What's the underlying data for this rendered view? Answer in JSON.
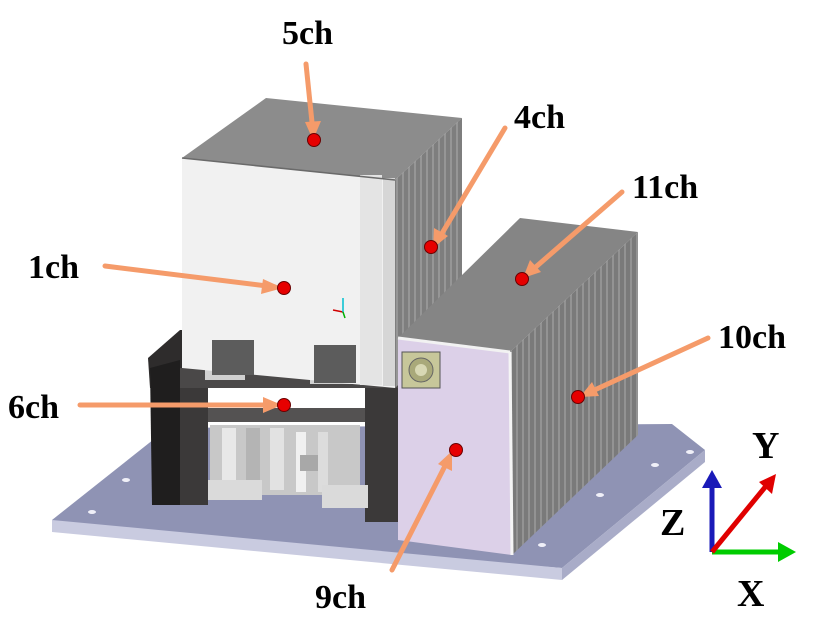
{
  "channels": [
    {
      "id": "ch5",
      "label": "5ch"
    },
    {
      "id": "ch4",
      "label": "4ch"
    },
    {
      "id": "ch11",
      "label": "11ch"
    },
    {
      "id": "ch1",
      "label": "1ch"
    },
    {
      "id": "ch10",
      "label": "10ch"
    },
    {
      "id": "ch6",
      "label": "6ch"
    },
    {
      "id": "ch9",
      "label": "9ch"
    }
  ],
  "axes": {
    "y": "Y",
    "z": "Z",
    "x": "X"
  },
  "colors": {
    "arrow": "#f59b6a",
    "sensor": "#e60000",
    "box_top": "#8c8c8c",
    "box_side": "#7d7d7d",
    "panel_white": "#efefef",
    "panel_lilac": "#dcd0e8",
    "base_plate": "#8f93b4",
    "bracket": "#3a3838",
    "axis_x": "#00cc00",
    "axis_y": "#e00000",
    "axis_z": "#1a1ab8"
  }
}
